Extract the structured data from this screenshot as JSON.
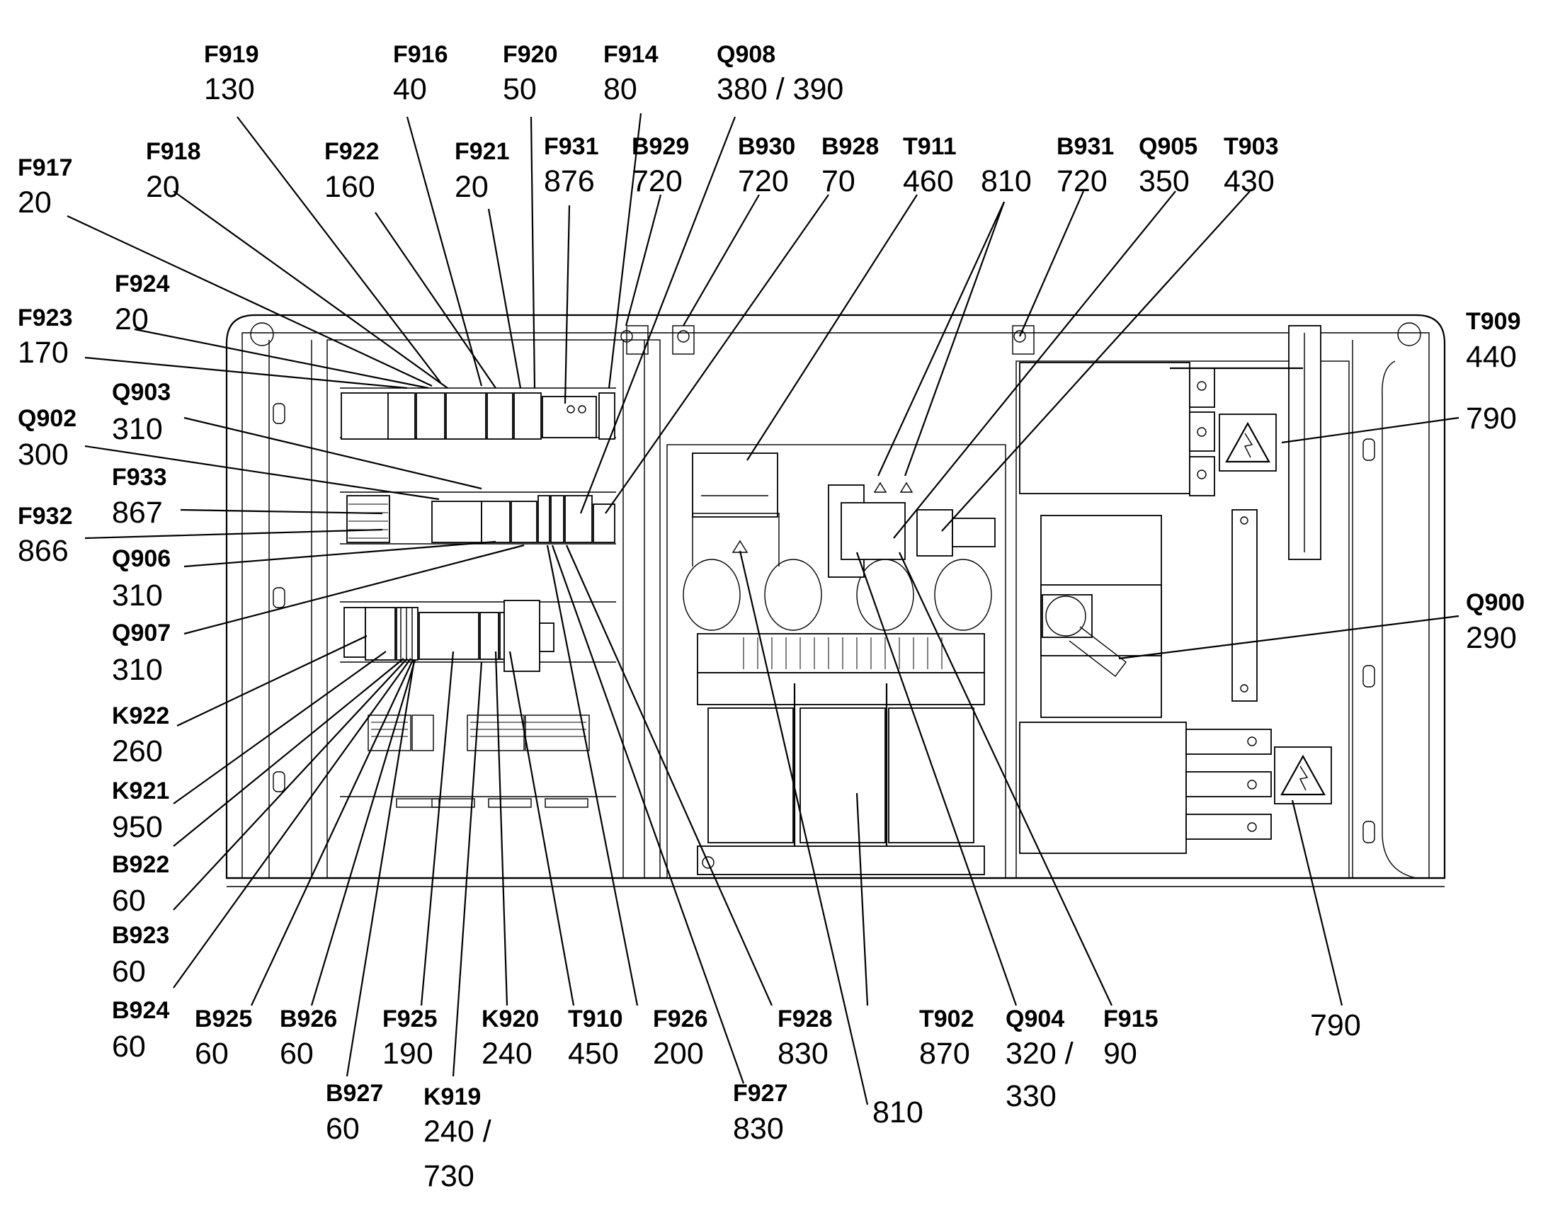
{
  "labels": [
    {
      "id": "F919",
      "code": "F919",
      "value": "130"
    },
    {
      "id": "F916",
      "code": "F916",
      "value": "40"
    },
    {
      "id": "F920",
      "code": "F920",
      "value": "50"
    },
    {
      "id": "F914",
      "code": "F914",
      "value": "80"
    },
    {
      "id": "Q908",
      "code": "Q908",
      "value": "380 / 390"
    },
    {
      "id": "F917",
      "code": "F917",
      "value": "20"
    },
    {
      "id": "F918",
      "code": "F918",
      "value": "20"
    },
    {
      "id": "F922",
      "code": "F922",
      "value": "160"
    },
    {
      "id": "F921",
      "code": "F921",
      "value": "20"
    },
    {
      "id": "F931",
      "code": "F931",
      "value": "876"
    },
    {
      "id": "B929",
      "code": "B929",
      "value": "720"
    },
    {
      "id": "B930",
      "code": "B930",
      "value": "720"
    },
    {
      "id": "B928",
      "code": "B928",
      "value": "70"
    },
    {
      "id": "T911",
      "code": "T911",
      "value": "460"
    },
    {
      "id": "810-top",
      "code": "",
      "value": "810"
    },
    {
      "id": "B931",
      "code": "B931",
      "value": "720"
    },
    {
      "id": "Q905",
      "code": "Q905",
      "value": "350"
    },
    {
      "id": "T903",
      "code": "T903",
      "value": "430"
    },
    {
      "id": "F924",
      "code": "F924",
      "value": "20"
    },
    {
      "id": "F923",
      "code": "F923",
      "value": "170"
    },
    {
      "id": "T909",
      "code": "T909",
      "value": "440"
    },
    {
      "id": "790-right",
      "code": "",
      "value": "790"
    },
    {
      "id": "Q903",
      "code": "Q903",
      "value": "310"
    },
    {
      "id": "Q902",
      "code": "Q902",
      "value": "300"
    },
    {
      "id": "F933",
      "code": "F933",
      "value": "867"
    },
    {
      "id": "F932",
      "code": "F932",
      "value": "866"
    },
    {
      "id": "Q906",
      "code": "Q906",
      "value": "310"
    },
    {
      "id": "Q907",
      "code": "Q907",
      "value": "310"
    },
    {
      "id": "Q900",
      "code": "Q900",
      "value": "290"
    },
    {
      "id": "K922",
      "code": "K922",
      "value": "260"
    },
    {
      "id": "K921",
      "code": "K921",
      "value": "950"
    },
    {
      "id": "B922",
      "code": "B922",
      "value": "60"
    },
    {
      "id": "B923",
      "code": "B923",
      "value": "60"
    },
    {
      "id": "B924",
      "code": "B924",
      "value": "60"
    },
    {
      "id": "B925",
      "code": "B925",
      "value": "60"
    },
    {
      "id": "B926",
      "code": "B926",
      "value": "60"
    },
    {
      "id": "F925",
      "code": "F925",
      "value": "190"
    },
    {
      "id": "K920",
      "code": "K920",
      "value": "240"
    },
    {
      "id": "T910",
      "code": "T910",
      "value": "450"
    },
    {
      "id": "F926",
      "code": "F926",
      "value": "200"
    },
    {
      "id": "F928",
      "code": "F928",
      "value": "830"
    },
    {
      "id": "T902",
      "code": "T902",
      "value": "870"
    },
    {
      "id": "Q904",
      "code": "Q904",
      "value": "320 /"
    },
    {
      "id": "Q904b",
      "code": "",
      "value": "330"
    },
    {
      "id": "F915",
      "code": "F915",
      "value": "90"
    },
    {
      "id": "790-bottom",
      "code": "",
      "value": "790"
    },
    {
      "id": "B927",
      "code": "B927",
      "value": "60"
    },
    {
      "id": "K919",
      "code": "K919",
      "value": "240 /"
    },
    {
      "id": "K919b",
      "code": "",
      "value": "730"
    },
    {
      "id": "F927",
      "code": "F927",
      "value": "830"
    },
    {
      "id": "810-bottom",
      "code": "",
      "value": "810"
    }
  ]
}
